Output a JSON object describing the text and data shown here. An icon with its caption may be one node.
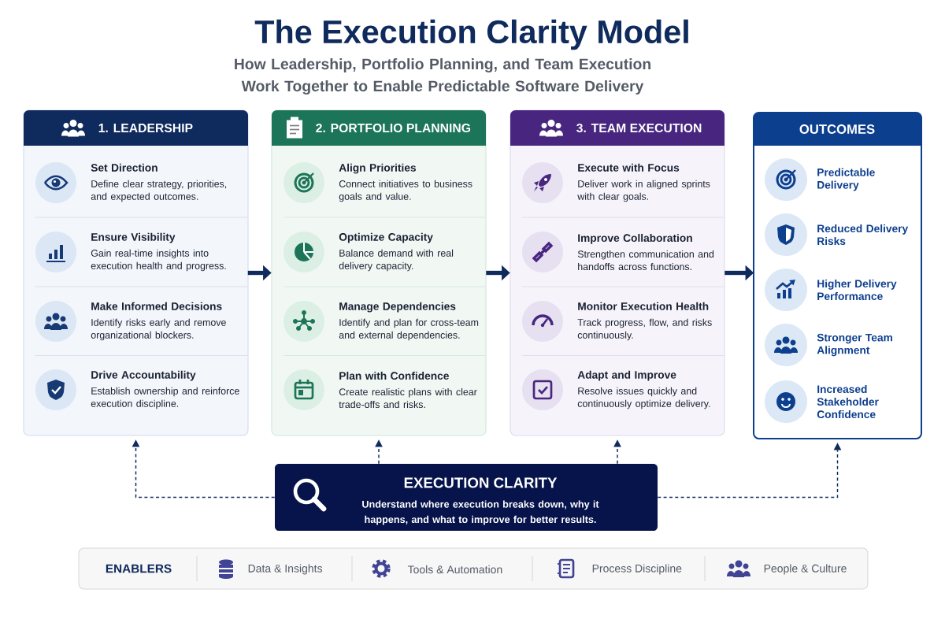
{
  "diagram": {
    "title": "The Execution Clarity Model",
    "nodes": [
      {
        "text": [
          "1. LEADERSHIP"
        ]
      },
      {
        "text": [
          "Set Direction",
          "Define clear strategy, priorities, and expected outcomes."
        ],
        "in": 0
      },
      {
        "text": [
          "Ensure Visibility",
          "Gain real-time insights into execution health and progress."
        ],
        "in": 0
      },
      {
        "text": [
          "Make Informed Decisions",
          "Identify risks early and remove organizational blockers."
        ],
        "in": 0
      },
      {
        "text": [
          "Drive Accountability",
          "Establish ownership and reinforce execution discipline."
        ],
        "in": 0
      },
      {
        "text": [
          "2. PORTFOLIO PLANNING"
        ]
      },
      {
        "text": [
          "Align Priorities",
          "Connect initiatives to business goals and value."
        ],
        "in": 5
      },
      {
        "text": [
          "Optimize Capacity",
          "Balance demand with real delivery capacity."
        ],
        "in": 5
      },
      {
        "text": [
          "Manage Dependencies",
          "Identify and plan for cross-team and external dependencies."
        ],
        "in": 5
      },
      {
        "text": [
          "Plan with Confidence",
          "Create realistic plans with clear trade-offs and risks."
        ],
        "in": 5
      },
      {
        "text": [
          "3. TEAM EXECUTION"
        ]
      },
      {
        "text": [
          "Execute with Focus",
          "Deliver work in aligned sprints with clear goals."
        ],
        "in": 10
      },
      {
        "text": [
          "Improve Collaboration",
          "Strengthen communication and handoffs across functions."
        ],
        "in": 10
      },
      {
        "text": [
          "Monitor Execution Health",
          "Track progress, flow, and risks continuously."
        ],
        "in": 10
      },
      {
        "text": [
          "Adapt and Improve",
          "Resolve issues quickly and continuously optimize delivery."
        ],
        "in": 10
      },
      {
        "text": [
          "OUTCOMES"
        ]
      },
      {
        "text": [
          "Predictable Delivery"
        ],
        "in": 15
      },
      {
        "text": [
          "Reduced Delivery Risks"
        ],
        "in": 15
      },
      {
        "text": [
          "Higher Delivery Performance"
        ],
        "in": 15
      },
      {
        "text": [
          "Stronger Team Alignment"
        ],
        "in": 15
      },
      {
        "text": [
          "Increased Stakeholder Confidence"
        ],
        "in": 15
      },
      {
        "text": [
          "EXECUTION CLARITY",
          "Understand where execution breaks down, why it happens, and what to improve for better results."
        ]
      },
      {
        "text": [
          "ENABLERS"
        ]
      },
      {
        "text": [
          "Data & Insights"
        ],
        "in": 22
      },
      {
        "text": [
          "Tools & Automation"
        ],
        "in": 22
      },
      {
        "text": [
          "Process Discipline"
        ],
        "in": 22
      },
      {
        "text": [
          "People & Culture"
        ],
        "in": 22
      }
    ],
    "edges": [
      {
        "from": 0,
        "to": 5,
        "arrow": "to",
        "style": "thick"
      },
      {
        "from": 5,
        "to": 10,
        "arrow": "to",
        "style": "thick"
      },
      {
        "from": 10,
        "to": 15,
        "arrow": "to",
        "style": "thick"
      },
      {
        "from": 21,
        "to": 0,
        "arrow": "to",
        "style": "dashed"
      },
      {
        "from": 21,
        "to": 5,
        "arrow": "to",
        "style": "dashed"
      },
      {
        "from": 21,
        "to": 10,
        "arrow": "to",
        "style": "dashed"
      },
      {
        "from": 21,
        "to": 15,
        "arrow": "to",
        "style": "dashed"
      }
    ],
    "labels": [
      "How Leadership, Portfolio Planning, and Team Execution Work Together to Enable Predictable Software Delivery"
    ]
  }
}
